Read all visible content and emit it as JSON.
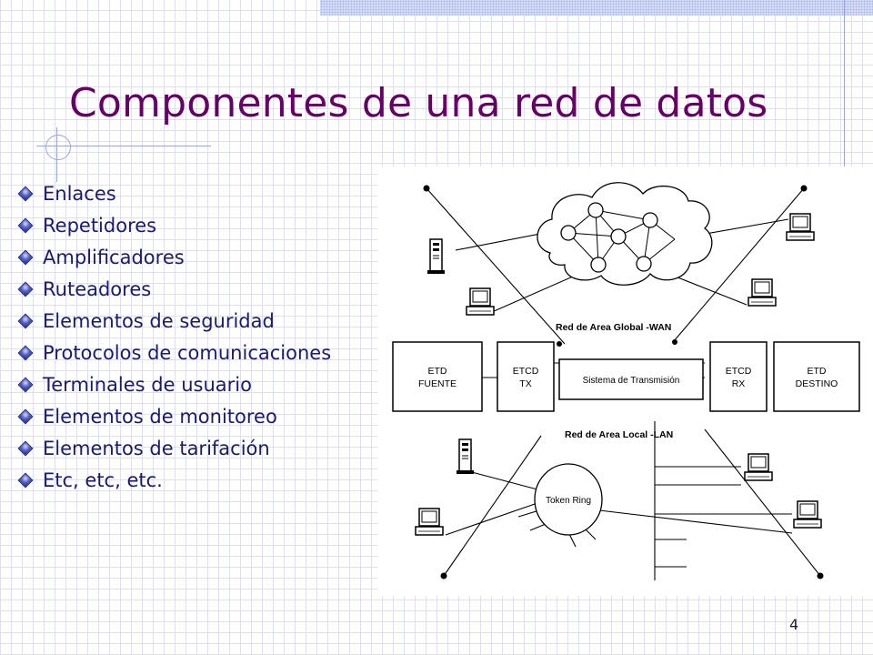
{
  "slide": {
    "title": "Componentes de una red de datos",
    "bullets": [
      "Enlaces",
      "Repetidores",
      "Amplificadores",
      "Ruteadores",
      "Elementos de seguridad",
      "Protocolos de comunicaciones",
      "Terminales de usuario",
      "Elementos de monitoreo",
      "Elementos de tarifación",
      "Etc, etc, etc."
    ],
    "page_number": "4",
    "title_color": "#660066",
    "text_color": "#1a1a6e"
  },
  "diagram": {
    "wan_label": "Red de Area Global -WAN",
    "lan_label": "Red de Area Local -LAN",
    "token_ring_label": "Token Ring",
    "boxes": {
      "source": [
        "ETD",
        "FUENTE"
      ],
      "tx": [
        "ETCD",
        "TX"
      ],
      "transmission": [
        "Sistema de Transmisión"
      ],
      "rx": [
        "ETCD",
        "RX"
      ],
      "destination": [
        "ETD",
        "DESTINO"
      ]
    }
  }
}
